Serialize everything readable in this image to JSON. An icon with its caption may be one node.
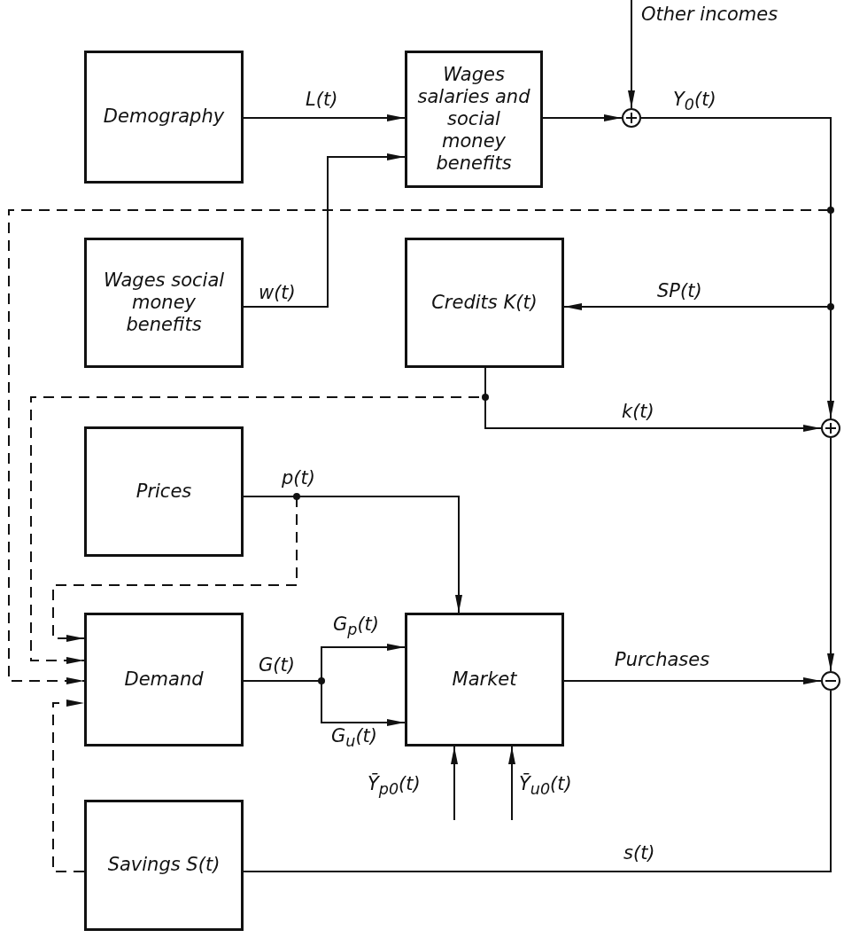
{
  "diagram": {
    "nodes": [
      {
        "text": [
          "Demography"
        ]
      },
      {
        "text": [
          "Wages salaries and social money benefits"
        ]
      },
      {
        "text": [
          "Wages social money benefits"
        ]
      },
      {
        "text": [
          "Credits K(t)"
        ]
      },
      {
        "text": [
          "Prices"
        ]
      },
      {
        "text": [
          "Demand"
        ]
      },
      {
        "text": [
          "Market"
        ]
      },
      {
        "text": [
          "Savings S(t)"
        ]
      },
      {
        "text": [],
        "shape": "circle"
      },
      {
        "text": [],
        "shape": "circle"
      },
      {
        "text": [],
        "shape": "circle"
      }
    ],
    "edges": [
      {
        "from": 0,
        "to": 1,
        "arrow": "to",
        "label": "L(t)"
      },
      {
        "from": 2,
        "to": 1,
        "arrow": "to",
        "label": "w(t)"
      },
      {
        "from": 1,
        "to": 8,
        "arrow": "to"
      },
      {
        "from": null,
        "to": 8,
        "arrow": "to",
        "label": "Other incomes"
      },
      {
        "from": 8,
        "to": 9,
        "arrow": "to",
        "label": "Y$_{0}$(t)"
      },
      {
        "from": 8,
        "to": 3,
        "arrow": "to",
        "label": "SP(t)"
      },
      {
        "from": 8,
        "to": 5,
        "arrow": "to",
        "style": "dashed"
      },
      {
        "from": 3,
        "to": 9,
        "arrow": "to",
        "label": "k(t)"
      },
      {
        "from": 3,
        "to": 5,
        "arrow": "to",
        "style": "dashed"
      },
      {
        "from": 4,
        "to": 6,
        "arrow": "to",
        "label": "p(t)"
      },
      {
        "from": 4,
        "to": 5,
        "arrow": "to",
        "style": "dashed"
      },
      {
        "from": 5,
        "to": 6,
        "arrow": "to",
        "label": "G$_{p}$(t)"
      },
      {
        "from": 5,
        "to": 6,
        "arrow": "to",
        "label": "G$_{u}$(t)"
      },
      {
        "from": 6,
        "to": 10,
        "arrow": "to",
        "label": "Purchases"
      },
      {
        "from": 9,
        "to": 10,
        "arrow": "to"
      },
      {
        "from": 10,
        "to": 7,
        "arrow": "none",
        "label": "s(t)"
      },
      {
        "from": 7,
        "to": 5,
        "arrow": "to",
        "style": "dashed"
      },
      {
        "from": null,
        "to": 6,
        "arrow": "to",
        "label": "Ȳ$_{p0}$(t)"
      },
      {
        "from": null,
        "to": 6,
        "arrow": "to",
        "label": "Ȳ$_{u0}$(t)"
      }
    ],
    "labels": [
      "G(t)"
    ]
  }
}
